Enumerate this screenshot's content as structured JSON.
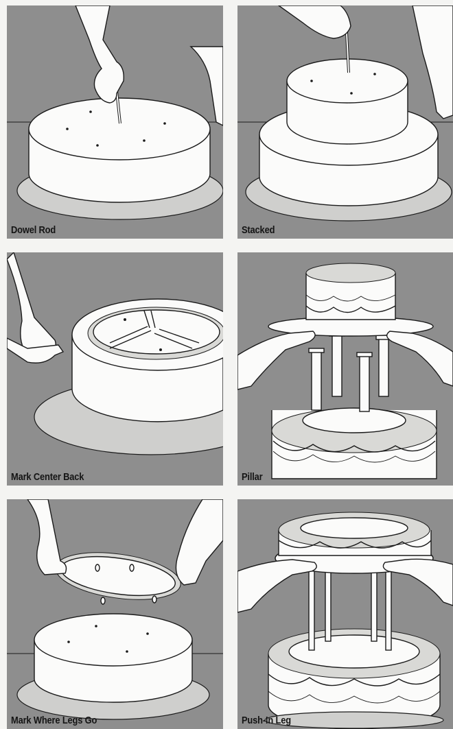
{
  "panels": [
    {
      "caption": "Dowel Rod"
    },
    {
      "caption": "Stacked"
    },
    {
      "caption": "Mark Center Back"
    },
    {
      "caption": "Pillar"
    },
    {
      "caption": "Mark Where Legs Go"
    },
    {
      "caption": "Push-In Leg"
    }
  ]
}
